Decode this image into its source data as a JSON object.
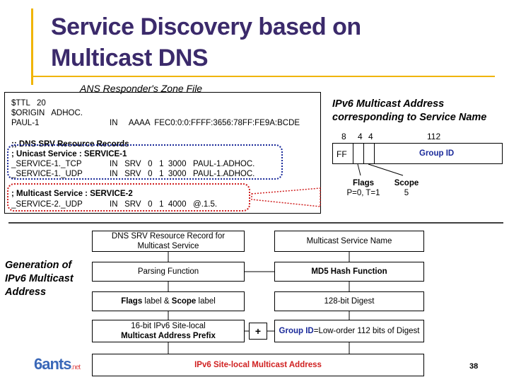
{
  "title_line1": "Service Discovery based on",
  "title_line2": "Multicast DNS",
  "zone_caption": "ANS Responder's Zone File",
  "zone": {
    "l1": "$TTL   20",
    "l2": "$ORIGIN   ADHOC.",
    "l3a": "PAUL-1",
    "l3b": "IN     AAAA  FEC0:0:0:FFFF:3656:78FF:FE9A:BCDE",
    "l4": ";; DNS SRV Resource Records",
    "l5": "; Unicast Service : SERVICE-1",
    "l6a": "_SERVICE-1._TCP",
    "l6b": "IN   SRV   0   1  3000   PAUL-1.ADHOC.",
    "l7a": "_SERVICE-1._UDP",
    "l7b": "IN   SRV   0   1  3000   PAUL-1.ADHOC.",
    "l8": "; Multicast Service : SERVICE-2",
    "l9a": "_SERVICE-2._UDP",
    "l9b": "IN   SRV   0   1  4000   @.1.5."
  },
  "ipv6_caption_1": "IPv6 Multicast Address",
  "ipv6_caption_2": "corresponding to Service Name",
  "bits": {
    "b8": "8",
    "b4a": "4",
    "b4b": "4",
    "b112": "112"
  },
  "field_ff": "FF",
  "field_group": "Group ID",
  "flags_label": "Flags",
  "flags_value": "P=0, T=1",
  "scope_label": "Scope",
  "scope_value": "5",
  "gen_caption_1": "Generation of",
  "gen_caption_2": "IPv6 Multicast",
  "gen_caption_3": "Address",
  "flow": {
    "dns_srv_1": "DNS SRV Resource Record for",
    "dns_srv_2": "Multicast Service",
    "mcast_name": "Multicast Service Name",
    "parsing": "Parsing Function",
    "md5": "MD5 Hash Function",
    "flags_scope_a": "Flags",
    "flags_scope_b": " label & ",
    "flags_scope_c": "Scope",
    "flags_scope_d": " label",
    "digest": "128-bit Digest",
    "prefix_1": "16-bit IPv6 Site-local",
    "prefix_2": "Multicast Address Prefix",
    "plus": "+",
    "groupid_a": "Group ID",
    "groupid_b": "=Low-order 112 bits of Digest",
    "result": "IPv6 Site-local Multicast Address"
  },
  "logo_main": "6ants",
  "logo_sub": ".net",
  "page_number": "38",
  "colors": {
    "title": "#3b2a6b",
    "accent_bar": "#f0b400",
    "red": "#d02020",
    "blue": "#1a2a9a"
  }
}
